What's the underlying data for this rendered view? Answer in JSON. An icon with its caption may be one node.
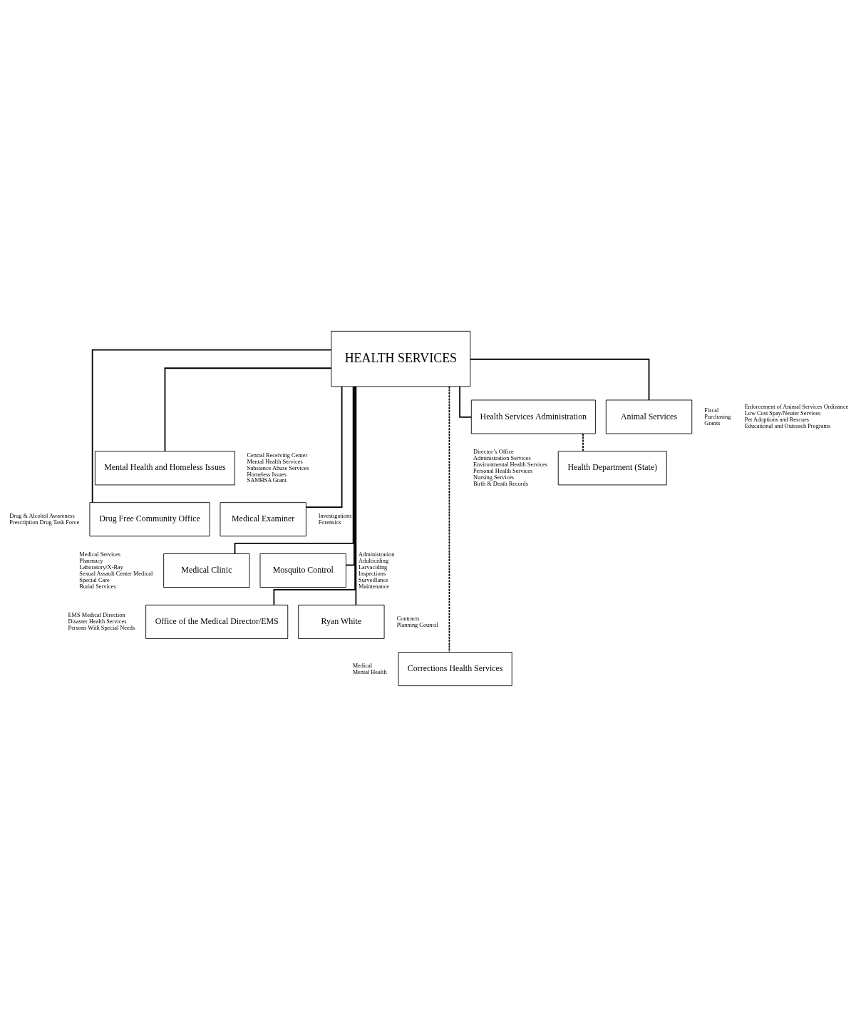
{
  "diagram": {
    "nodes": [
      {
        "text": [
          "HEALTH SERVICES"
        ]
      },
      {
        "text": [
          "Health Services Administration"
        ],
        "beside": [
          "Fiscal",
          "Purchasing",
          "Grants"
        ]
      },
      {
        "text": [
          "Animal Services"
        ],
        "beside": [
          "Enforcement of Animal Services Ordinance",
          "Low Cost Spay/Neuter Services",
          "Pet Adoptions and Rescues",
          "Educational and Outreach Programs"
        ]
      },
      {
        "text": [
          "Health Department (State)"
        ],
        "beside": [
          "Director’s Office",
          "Administration Services",
          "Environmental Health Services",
          "Personal Health Services",
          "Nursing Services",
          "Birth & Death Records"
        ]
      },
      {
        "text": [
          "Mental Health and Homeless Issues"
        ],
        "beside": [
          "Central Receiving Center",
          "Mental Health Services",
          "Substance Abuse Services",
          "Homeless Issues",
          "SAMHSA Grant"
        ]
      },
      {
        "text": [
          "Drug Free Community Office"
        ],
        "beside": [
          "Drug & Alcohol Awareness",
          "Prescription Drug Task Force"
        ]
      },
      {
        "text": [
          "Medical Examiner"
        ],
        "beside": [
          "Investigations",
          "Forensics"
        ]
      },
      {
        "text": [
          "Medical Clinic"
        ],
        "beside": [
          "Medical Services",
          "Pharmacy",
          "Laboratory/X-Ray",
          "Sexual Assault Center Medical",
          "Special Care",
          "Burial Services"
        ]
      },
      {
        "text": [
          "Mosquito Control"
        ],
        "beside": [
          "Administration",
          "Adulticiding",
          "Larvaciding",
          "Inspections",
          "Surveillance",
          "Maintenance"
        ]
      },
      {
        "text": [
          "Office of the Medical Director/EMS"
        ],
        "beside": [
          "EMS Medical Direction",
          "Disaster Health Services",
          "Persons With Special Needs"
        ]
      },
      {
        "text": [
          "Ryan White"
        ],
        "beside": [
          "Contracts",
          "Planning Council"
        ]
      },
      {
        "text": [
          "Corrections Health Services"
        ],
        "beside": [
          "Medical",
          "Mental Health"
        ]
      }
    ],
    "edges": [
      {
        "from": 0,
        "to": 1,
        "arrow": "none"
      },
      {
        "from": 0,
        "to": 2,
        "arrow": "none"
      },
      {
        "from": 1,
        "to": 3,
        "arrow": "none",
        "style": "dashed"
      },
      {
        "from": 0,
        "to": 4,
        "arrow": "none"
      },
      {
        "from": 0,
        "to": 5,
        "arrow": "none"
      },
      {
        "from": 0,
        "to": 6,
        "arrow": "none"
      },
      {
        "from": 0,
        "to": 7,
        "arrow": "none"
      },
      {
        "from": 0,
        "to": 8,
        "arrow": "none"
      },
      {
        "from": 0,
        "to": 9,
        "arrow": "none"
      },
      {
        "from": 0,
        "to": 10,
        "arrow": "none"
      },
      {
        "from": 0,
        "to": 11,
        "arrow": "none",
        "style": "dashed"
      }
    ]
  }
}
